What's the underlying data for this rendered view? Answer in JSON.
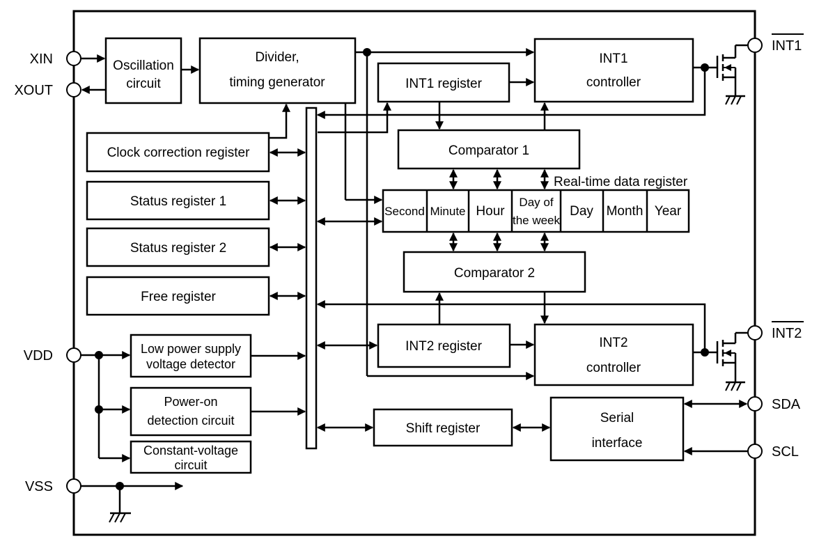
{
  "pins": {
    "xin": "XIN",
    "xout": "XOUT",
    "vdd": "VDD",
    "vss": "VSS",
    "int1": "INT1",
    "int2": "INT2",
    "sda": "SDA",
    "scl": "SCL"
  },
  "blocks": {
    "oscillation": [
      "Oscillation",
      "circuit"
    ],
    "divider": [
      "Divider,",
      "timing generator"
    ],
    "int1_register": "INT1 register",
    "int1_controller": [
      "INT1",
      "controller"
    ],
    "clock_correction": "Clock correction register",
    "status1": "Status register 1",
    "status2": "Status register 2",
    "free": "Free register",
    "comparator1": "Comparator 1",
    "comparator2": "Comparator 2",
    "rtc_label": "Real-time data register",
    "rtc_cells": {
      "second": "Second",
      "minute": "Minute",
      "hour": "Hour",
      "dow": [
        "Day of",
        "the week"
      ],
      "day": "Day",
      "month": "Month",
      "year": "Year"
    },
    "int2_register": "INT2 register",
    "int2_controller": [
      "INT2",
      "controller"
    ],
    "low_power": [
      "Low power supply",
      "voltage detector"
    ],
    "power_on": [
      "Power-on",
      "detection circuit"
    ],
    "constant_voltage": [
      "Constant-voltage",
      "circuit"
    ],
    "shift_register": "Shift register",
    "serial_interface": [
      "Serial",
      "interface"
    ]
  }
}
